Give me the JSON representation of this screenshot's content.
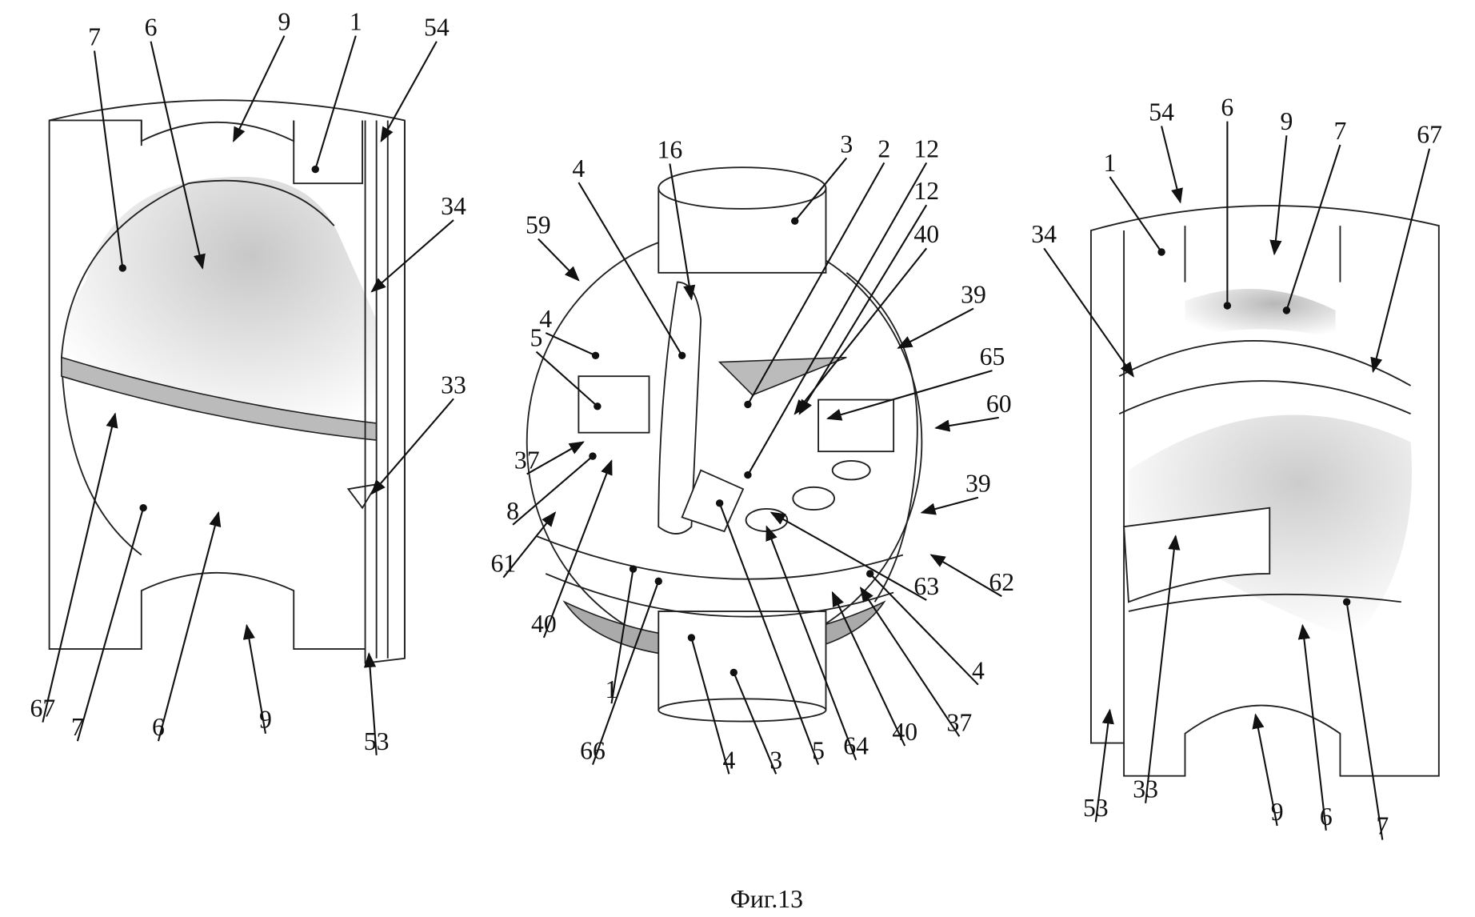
{
  "figure": {
    "caption": "Фиг.13",
    "left_view": {
      "labels": [
        "7",
        "6",
        "9",
        "1",
        "54",
        "34",
        "33",
        "67",
        "7",
        "6",
        "9",
        "53"
      ]
    },
    "center_view": {
      "labels": [
        "16",
        "4",
        "3",
        "2",
        "12",
        "12",
        "40",
        "59",
        "39",
        "4",
        "5",
        "65",
        "60",
        "37",
        "39",
        "8",
        "61",
        "63",
        "62",
        "40",
        "4",
        "1",
        "40",
        "37",
        "66",
        "4",
        "3",
        "5",
        "64"
      ]
    },
    "right_view": {
      "labels": [
        "54",
        "6",
        "9",
        "7",
        "67",
        "1",
        "34",
        "53",
        "33",
        "9",
        "6",
        "7"
      ]
    }
  }
}
